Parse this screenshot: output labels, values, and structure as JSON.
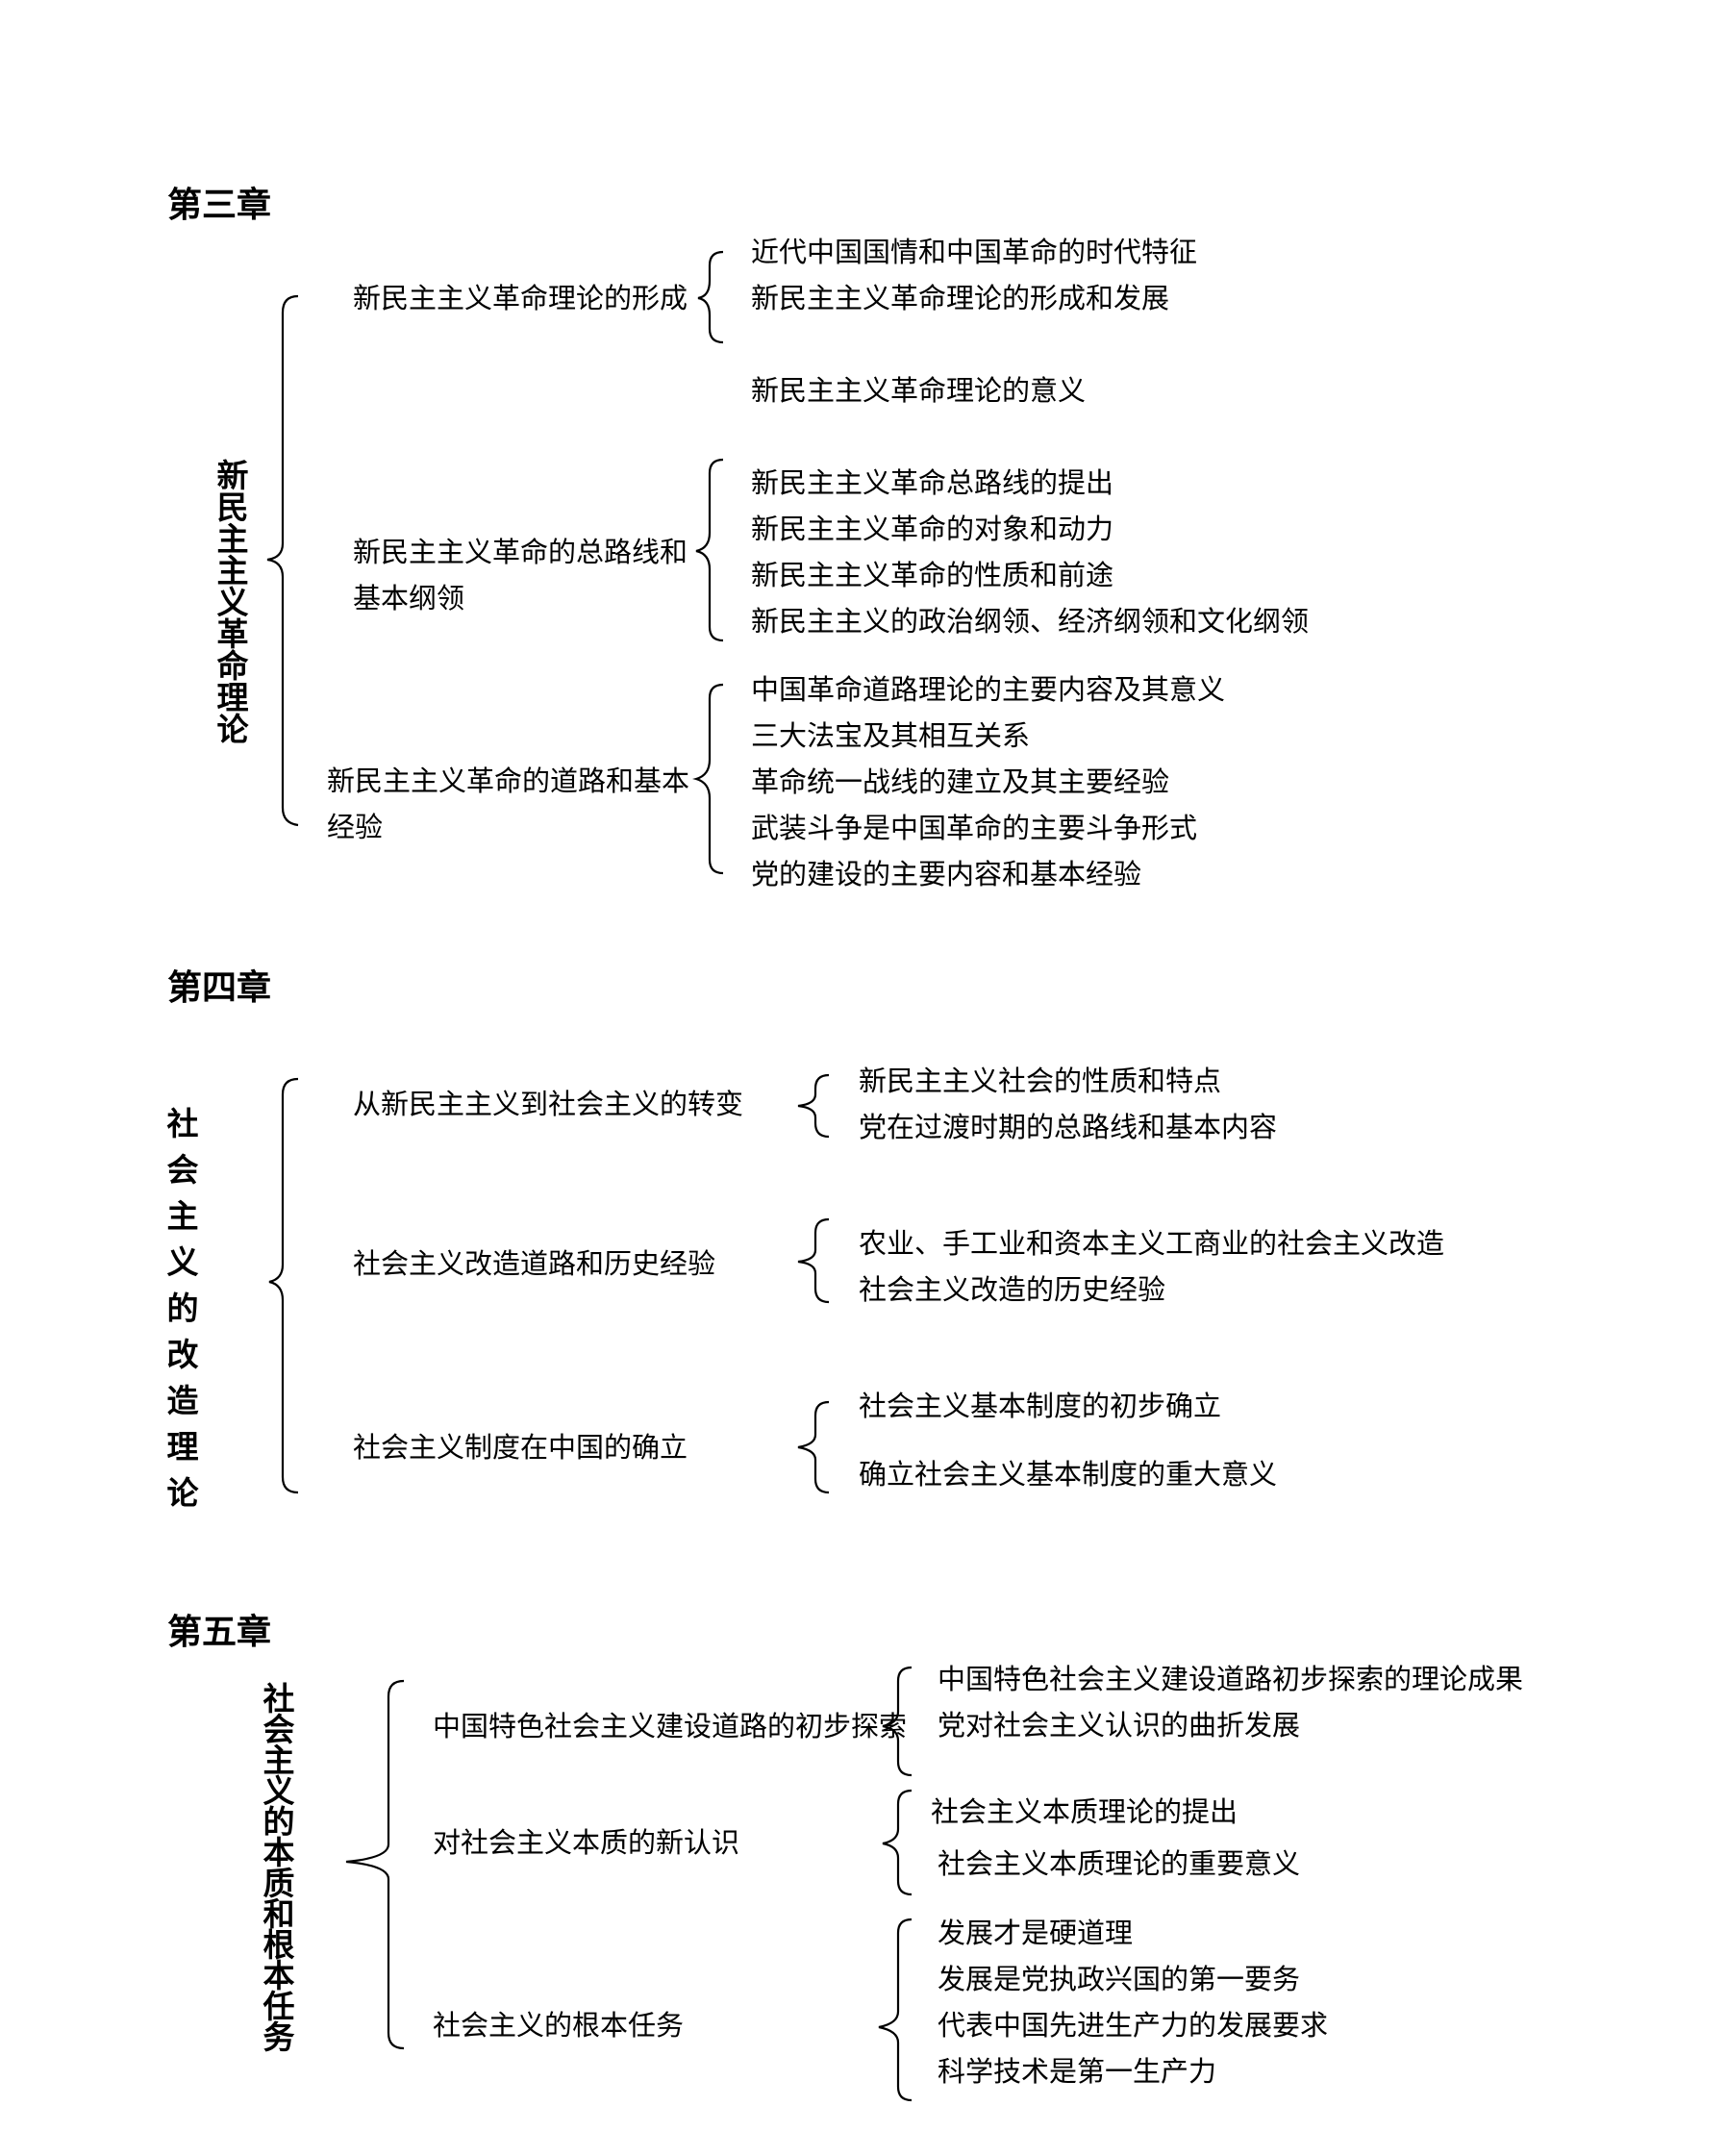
{
  "chapters": [
    {
      "heading": "第三章",
      "topic": "新民主主义革命理论",
      "sections": [
        {
          "title": "新民主主义革命理论的形成",
          "items": [
            "近代中国国情和中国革命的时代特征",
            "新民主主义革命理论的形成和发展",
            "新民主主义革命理论的意义"
          ]
        },
        {
          "title_lines": [
            "新民主主义革命的总路线和",
            "基本纲领"
          ],
          "items": [
            "新民主主义革命总路线的提出",
            "新民主主义革命的对象和动力",
            "新民主主义革命的性质和前途",
            "新民主主义的政治纲领、经济纲领和文化纲领"
          ]
        },
        {
          "title_lines": [
            "新民主主义革命的道路和基本",
            "经验"
          ],
          "items": [
            "中国革命道路理论的主要内容及其意义",
            "三大法宝及其相互关系",
            "革命统一战线的建立及其主要经验",
            "武装斗争是中国革命的主要斗争形式",
            "党的建设的主要内容和基本经验"
          ]
        }
      ]
    },
    {
      "heading": "第四章",
      "topic": "社会主义的改造理论",
      "sections": [
        {
          "title": "从新民主主义到社会主义的转变",
          "items": [
            "新民主主义社会的性质和特点",
            "党在过渡时期的总路线和基本内容"
          ]
        },
        {
          "title": "社会主义改造道路和历史经验",
          "items": [
            "农业、手工业和资本主义工商业的社会主义改造",
            "社会主义改造的历史经验"
          ]
        },
        {
          "title": "社会主义制度在中国的确立",
          "items": [
            "社会主义基本制度的初步确立",
            "确立社会主义基本制度的重大意义"
          ]
        }
      ]
    },
    {
      "heading": "第五章",
      "topic": "社会主义的本质和根本任务",
      "sections": [
        {
          "title": "中国特色社会主义建设道路的初步探索",
          "items": [
            "中国特色社会主义建设道路初步探索的理论成果",
            "党对社会主义认识的曲折发展"
          ]
        },
        {
          "title": "对社会主义本质的新认识",
          "items": [
            "社会主义本质理论的提出",
            "社会主义本质理论的重要意义"
          ]
        },
        {
          "title": "社会主义的根本任务",
          "items": [
            "发展才是硬道理",
            "发展是党执政兴国的第一要务",
            "代表中国先进生产力的发展要求",
            "科学技术是第一生产力"
          ]
        }
      ]
    }
  ]
}
